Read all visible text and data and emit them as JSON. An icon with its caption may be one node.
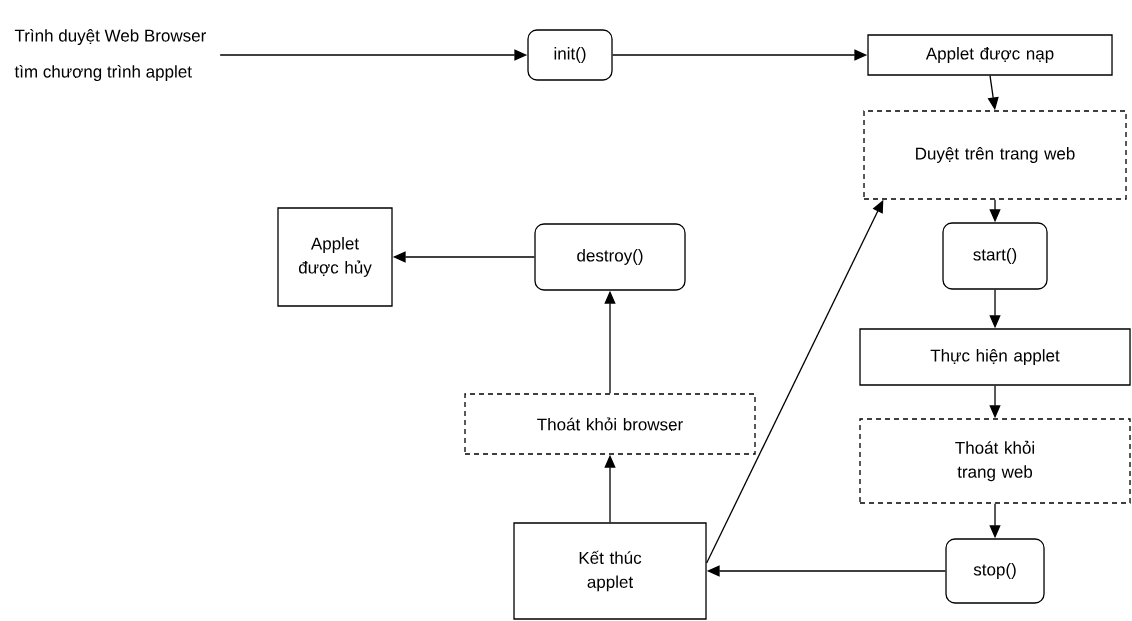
{
  "diagram": {
    "nodes": [
      {
        "text": [
          "Trình duyệt Web Browser tìm chương trình applet"
        ]
      },
      {
        "text": [
          "init()"
        ]
      },
      {
        "text": [
          "Applet được nạp"
        ]
      },
      {
        "text": [
          "Duyệt trên trang web"
        ]
      },
      {
        "text": [
          "start()"
        ]
      },
      {
        "text": [
          "Thực hiện applet"
        ]
      },
      {
        "text": [
          "Thoát khỏi trang web"
        ]
      },
      {
        "text": [
          "stop()"
        ]
      },
      {
        "text": [
          "Kết thúc applet"
        ]
      },
      {
        "text": [
          "Thoát khỏi browser"
        ]
      },
      {
        "text": [
          "destroy()"
        ]
      },
      {
        "text": [
          "Applet được hủy"
        ]
      }
    ],
    "edges": [
      {
        "from": 0,
        "to": 1,
        "arrow": "to"
      },
      {
        "from": 1,
        "to": 2,
        "arrow": "to"
      },
      {
        "from": 2,
        "to": 3,
        "arrow": "to"
      },
      {
        "from": 3,
        "to": 4,
        "arrow": "to"
      },
      {
        "from": 4,
        "to": 5,
        "arrow": "to"
      },
      {
        "from": 5,
        "to": 6,
        "arrow": "to"
      },
      {
        "from": 6,
        "to": 7,
        "arrow": "to"
      },
      {
        "from": 7,
        "to": 8,
        "arrow": "to"
      },
      {
        "from": 8,
        "to": 3,
        "arrow": "to"
      },
      {
        "from": 8,
        "to": 9,
        "arrow": "to"
      },
      {
        "from": 9,
        "to": 10,
        "arrow": "to"
      },
      {
        "from": 10,
        "to": 11,
        "arrow": "to"
      }
    ]
  }
}
